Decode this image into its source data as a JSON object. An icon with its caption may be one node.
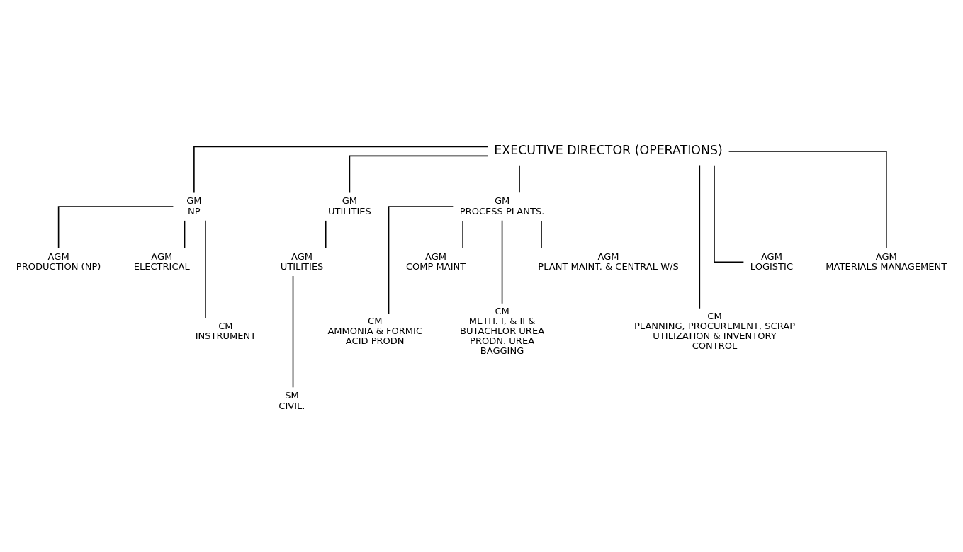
{
  "diagram": {
    "nodes": [
      {
        "text": [
          "EXECUTIVE DIRECTOR (OPERATIONS)"
        ]
      },
      {
        "text": [
          "GM",
          "NP"
        ]
      },
      {
        "text": [
          "GM",
          "UTILITIES"
        ]
      },
      {
        "text": [
          "GM",
          "PROCESS PLANTS."
        ]
      },
      {
        "text": [
          "AGM",
          "PRODUCTION (NP)"
        ]
      },
      {
        "text": [
          "AGM",
          "ELECTRICAL"
        ]
      },
      {
        "text": [
          "CM",
          "INSTRUMENT"
        ]
      },
      {
        "text": [
          "AGM",
          "UTILITIES"
        ]
      },
      {
        "text": [
          "SM",
          "CIVIL."
        ]
      },
      {
        "text": [
          "CM",
          "AMMONIA & FORMIC ACID PRODN"
        ]
      },
      {
        "text": [
          "AGM",
          "COMP MAINT"
        ]
      },
      {
        "text": [
          "CM",
          "METH. I, & II & BUTACHLOR UREA PRODN. UREA BAGGING"
        ]
      },
      {
        "text": [
          "AGM",
          "PLANT MAINT. & CENTRAL W/S"
        ]
      },
      {
        "text": [
          "CM",
          "PLANNING, PROCUREMENT, SCRAP UTILIZATION & INVENTORY CONTROL"
        ]
      },
      {
        "text": [
          "AGM",
          "LOGISTIC"
        ]
      },
      {
        "text": [
          "AGM",
          "MATERIALS MANAGEMENT"
        ]
      }
    ],
    "edges": [
      {
        "from": 0,
        "to": 1,
        "arrow": "none"
      },
      {
        "from": 0,
        "to": 2,
        "arrow": "none"
      },
      {
        "from": 0,
        "to": 3,
        "arrow": "none"
      },
      {
        "from": 0,
        "to": 13,
        "arrow": "none"
      },
      {
        "from": 0,
        "to": 14,
        "arrow": "none"
      },
      {
        "from": 0,
        "to": 15,
        "arrow": "none"
      },
      {
        "from": 1,
        "to": 4,
        "arrow": "none"
      },
      {
        "from": 1,
        "to": 5,
        "arrow": "none"
      },
      {
        "from": 1,
        "to": 6,
        "arrow": "none"
      },
      {
        "from": 2,
        "to": 7,
        "arrow": "none"
      },
      {
        "from": 7,
        "to": 8,
        "arrow": "none"
      },
      {
        "from": 3,
        "to": 9,
        "arrow": "none"
      },
      {
        "from": 3,
        "to": 10,
        "arrow": "none"
      },
      {
        "from": 3,
        "to": 11,
        "arrow": "none"
      },
      {
        "from": 3,
        "to": 12,
        "arrow": "none"
      }
    ]
  }
}
